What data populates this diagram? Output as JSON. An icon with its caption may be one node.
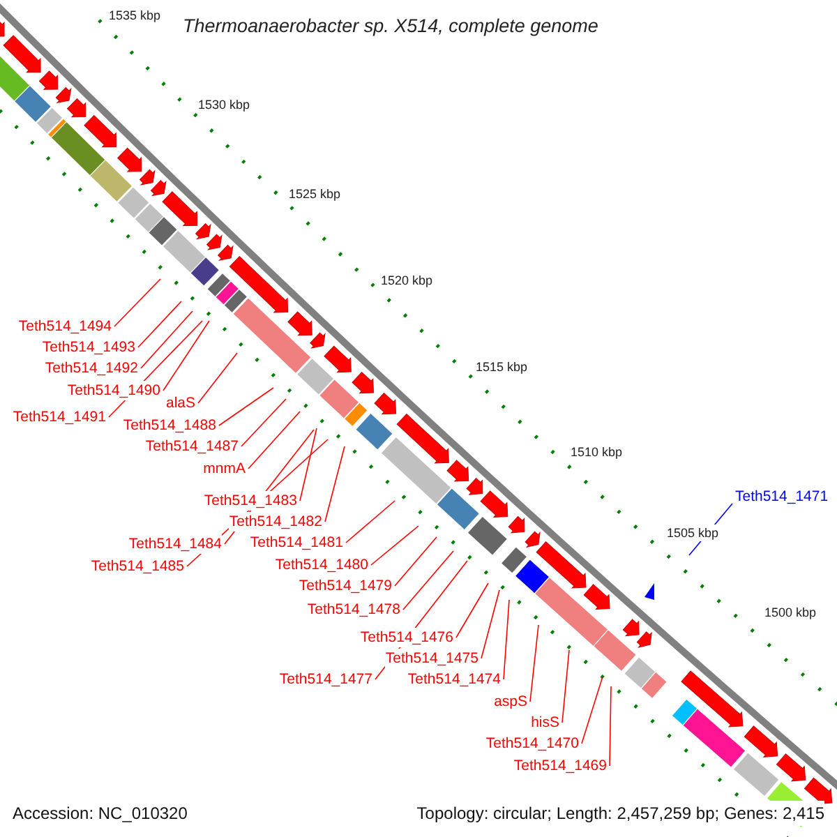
{
  "diagram": {
    "title": "Thermoanaerobacter sp. X514, complete genome",
    "nodes": [
      {
        "text": [
          "Teth514_1494"
        ]
      },
      {
        "text": [
          "Teth514_1493"
        ]
      },
      {
        "text": [
          "Teth514_1492"
        ]
      },
      {
        "text": [
          "Teth514_1490"
        ]
      },
      {
        "text": [
          "alaS"
        ]
      },
      {
        "text": [
          "Teth514_1491"
        ]
      },
      {
        "text": [
          "Teth514_1488"
        ]
      },
      {
        "text": [
          "Teth514_1487"
        ]
      },
      {
        "text": [
          "mnmA"
        ]
      },
      {
        "text": [
          "Teth514_1471"
        ]
      },
      {
        "text": [
          "Teth514_1483"
        ]
      },
      {
        "text": [
          "Teth514_1482"
        ]
      },
      {
        "text": [
          "Teth514_1484"
        ]
      },
      {
        "text": [
          "Teth514_1481"
        ]
      },
      {
        "text": [
          "Teth514_1485"
        ]
      },
      {
        "text": [
          "Teth514_1480"
        ]
      },
      {
        "text": [
          "Teth514_1479"
        ]
      },
      {
        "text": [
          "Teth514_1478"
        ]
      },
      {
        "text": [
          "Teth514_1476"
        ]
      },
      {
        "text": [
          "Teth514_1475"
        ]
      },
      {
        "text": [
          "Teth514_1477"
        ]
      },
      {
        "text": [
          "Teth514_1474"
        ]
      },
      {
        "text": [
          "aspS"
        ]
      },
      {
        "text": [
          "hisS"
        ]
      },
      {
        "text": [
          "Teth514_1470"
        ]
      },
      {
        "text": [
          "Teth514_1469"
        ]
      }
    ],
    "edges": [
      {
        "from": 0,
        "to": null,
        "arrow": "none"
      },
      {
        "from": 1,
        "to": null,
        "arrow": "none"
      },
      {
        "from": 2,
        "to": null,
        "arrow": "none"
      },
      {
        "from": 3,
        "to": null,
        "arrow": "none"
      },
      {
        "from": 4,
        "to": null,
        "arrow": "none"
      },
      {
        "from": 5,
        "to": null,
        "arrow": "none"
      },
      {
        "from": 6,
        "to": null,
        "arrow": "none"
      },
      {
        "from": 7,
        "to": null,
        "arrow": "none"
      },
      {
        "from": 8,
        "to": null,
        "arrow": "none"
      },
      {
        "from": 9,
        "to": null,
        "arrow": "none",
        "color": "#0000ff"
      },
      {
        "from": 10,
        "to": null,
        "arrow": "none"
      },
      {
        "from": 11,
        "to": null,
        "arrow": "none"
      },
      {
        "from": 12,
        "to": null,
        "arrow": "none"
      },
      {
        "from": 13,
        "to": null,
        "arrow": "none"
      },
      {
        "from": 14,
        "to": null,
        "arrow": "none"
      },
      {
        "from": 15,
        "to": null,
        "arrow": "none"
      },
      {
        "from": 16,
        "to": null,
        "arrow": "none"
      },
      {
        "from": 17,
        "to": null,
        "arrow": "none"
      },
      {
        "from": 18,
        "to": null,
        "arrow": "none"
      },
      {
        "from": 19,
        "to": null,
        "arrow": "none"
      },
      {
        "from": 20,
        "to": null,
        "arrow": "none"
      },
      {
        "from": 21,
        "to": null,
        "arrow": "none"
      },
      {
        "from": 22,
        "to": null,
        "arrow": "none"
      },
      {
        "from": 23,
        "to": null,
        "arrow": "none"
      },
      {
        "from": 24,
        "to": null,
        "arrow": "none"
      },
      {
        "from": 25,
        "to": null,
        "arrow": "none"
      }
    ],
    "labels": [
      "1535 kbp",
      "1530 kbp",
      "1525 kbp",
      "1520 kbp",
      "1515 kbp",
      "1510 kbp",
      "1505 kbp",
      "1500 kbp",
      "Accession: NC_010320",
      "Topology: circular; Length: 2,457,259 bp; Genes: 2,415"
    ]
  }
}
